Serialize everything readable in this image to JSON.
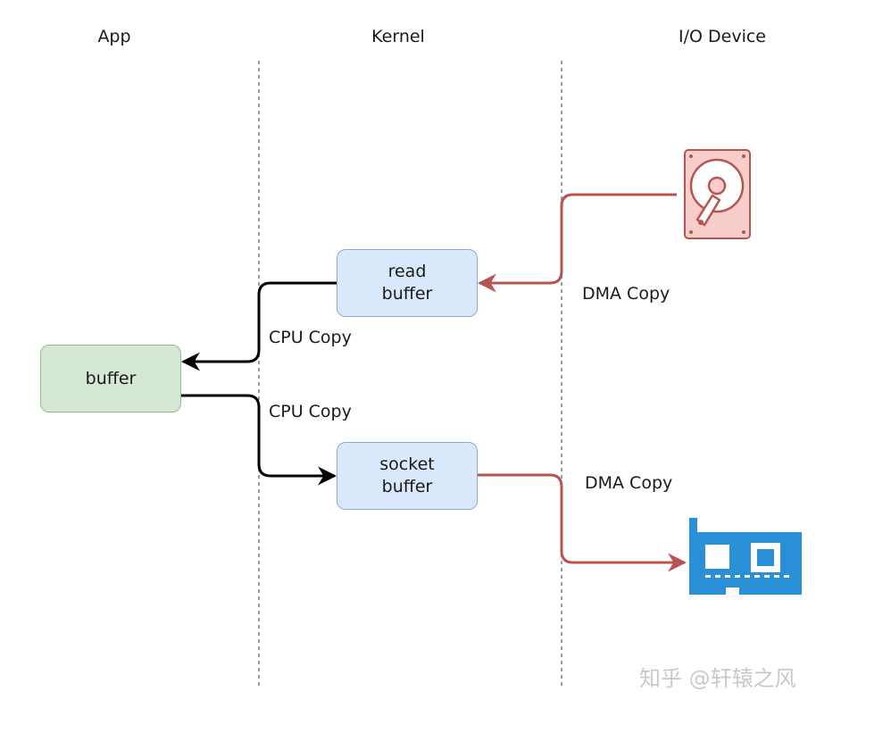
{
  "columns": {
    "app": "App",
    "kernel": "Kernel",
    "io": "I/O Device"
  },
  "boxes": {
    "read_buffer": "read\nbuffer",
    "app_buffer": "buffer",
    "socket_buffer": "socket\nbuffer"
  },
  "labels": {
    "cpu_copy_read": "CPU Copy",
    "cpu_copy_write": "CPU Copy",
    "dma_copy_read": "DMA Copy",
    "dma_copy_write": "DMA Copy"
  },
  "icons": {
    "disk": "hard-disk-icon",
    "nic": "network-card-icon"
  },
  "colors": {
    "kernel_fill": "#dae8fc",
    "app_fill": "#d5e8d4",
    "dma_arrow": "#b85450",
    "cpu_arrow": "#000000",
    "disk_fill": "#f8cecc",
    "nic_fill": "#2a8fd6"
  },
  "watermark": "知乎 @轩辕之风"
}
